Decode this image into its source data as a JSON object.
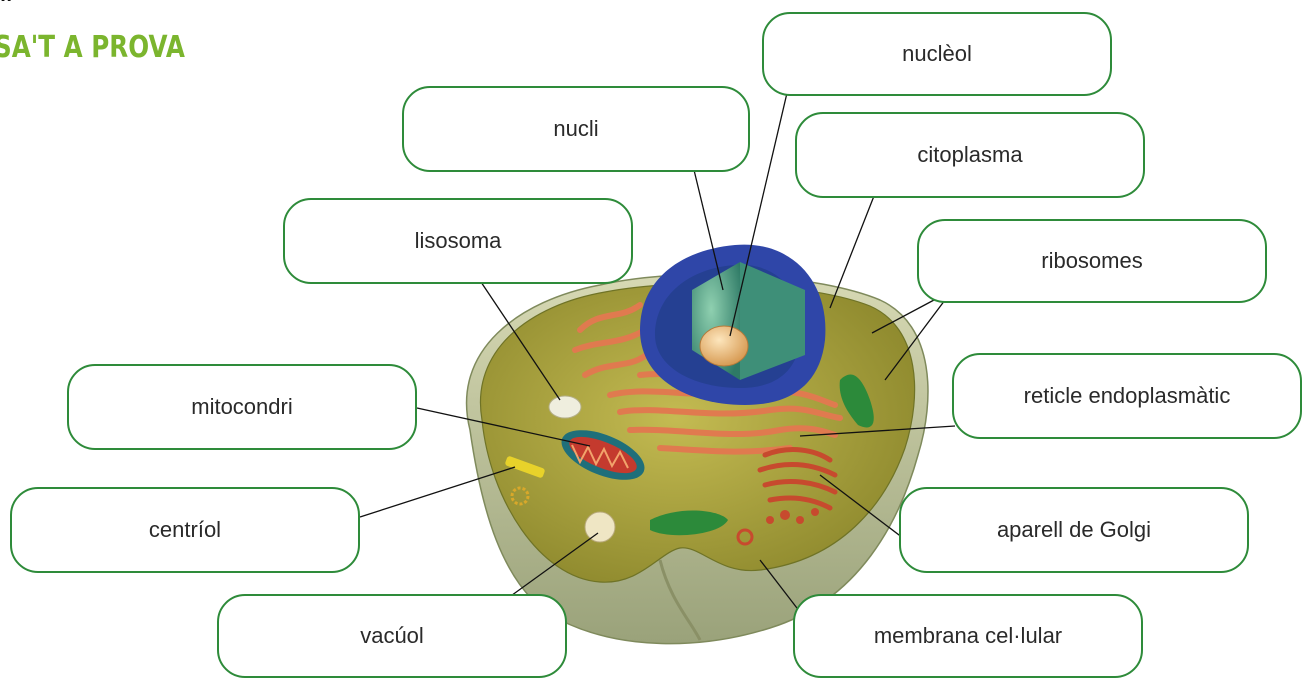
{
  "heading": "SA'T A PROVA",
  "page_marker": "..",
  "labels": {
    "nucleol": "nuclèol",
    "nucli": "nucli",
    "citoplasma": "citoplasma",
    "lisosoma": "lisosoma",
    "ribosomes": "ribosomes",
    "mitocondri": "mitocondri",
    "reticle": "reticle endoplasmàtic",
    "centriol": "centríol",
    "golgi": "aparell de Golgi",
    "vacuol": "vacúol",
    "membrana": "membrana cel·lular"
  },
  "colors": {
    "label_border": "#2e8b3a",
    "heading": "#7bb52e",
    "cytoplasm": "#a9a23e",
    "nucleus_envelope": "#2f46a8",
    "nucleoplasm": "#4f9a7a",
    "nucleolus": "#f0c58a",
    "er": "#e8845a",
    "mitochondria": "#1f6f7a"
  }
}
